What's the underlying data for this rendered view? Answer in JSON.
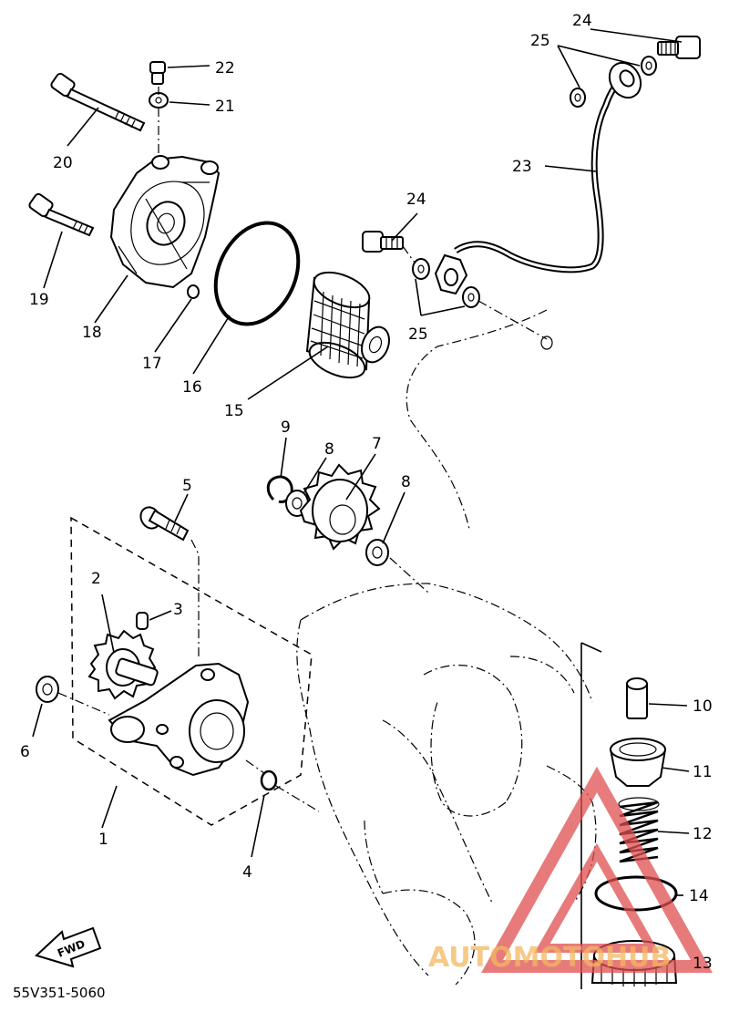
{
  "callouts": {
    "c1": "1",
    "c2": "2",
    "c3": "3",
    "c4": "4",
    "c5": "5",
    "c6": "6",
    "c7": "7",
    "c8a": "8",
    "c8b": "8",
    "c9": "9",
    "c10": "10",
    "c11": "11",
    "c12": "12",
    "c13": "13",
    "c14": "14",
    "c15": "15",
    "c16": "16",
    "c17": "17",
    "c18": "18",
    "c19": "19",
    "c20": "20",
    "c21": "21",
    "c22": "22",
    "c23": "23",
    "c24a": "24",
    "c24b": "24",
    "c25a": "25",
    "c25b": "25"
  },
  "fwd_label": "FWD",
  "diagram_code": "55V351-5060",
  "watermark": {
    "text": "AUTOMOTOHUB",
    "color": "#e05050"
  }
}
